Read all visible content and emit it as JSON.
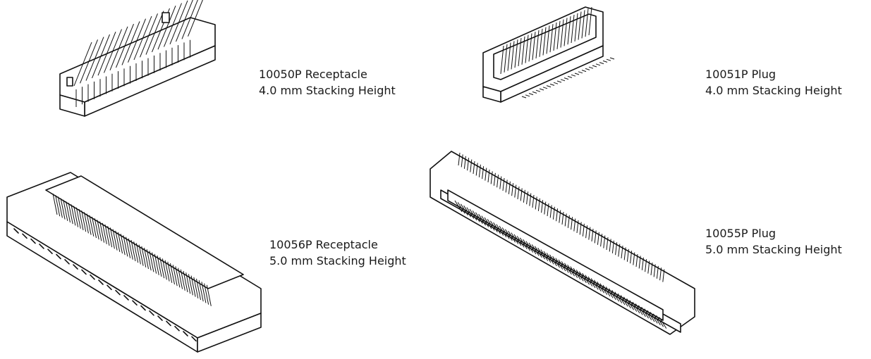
{
  "connectors": [
    {
      "part": "10050P Receptacle",
      "height": "4.0 mm Stacking Height",
      "icon": "receptacle-connector-drawing"
    },
    {
      "part": "10051P Plug",
      "height": "4.0 mm Stacking Height",
      "icon": "plug-connector-drawing"
    },
    {
      "part": "10056P Receptacle",
      "height": "5.0 mm Stacking Height",
      "icon": "receptacle-connector-drawing"
    },
    {
      "part": "10055P Plug",
      "height": "5.0 mm Stacking Height",
      "icon": "plug-connector-drawing"
    }
  ]
}
